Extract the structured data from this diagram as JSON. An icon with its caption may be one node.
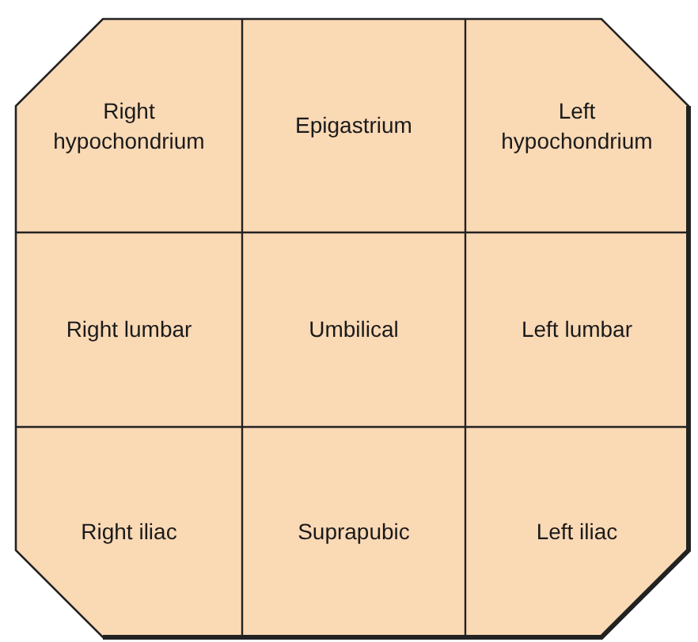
{
  "diagram": {
    "nodes": [
      {
        "text": [
          "Right hypochondrium"
        ]
      },
      {
        "text": [
          "Epigastrium"
        ]
      },
      {
        "text": [
          "Left hypochondrium"
        ]
      },
      {
        "text": [
          "Right lumbar"
        ]
      },
      {
        "text": [
          "Umbilical"
        ]
      },
      {
        "text": [
          "Left lumbar"
        ]
      },
      {
        "text": [
          "Right iliac"
        ]
      },
      {
        "text": [
          "Suprapubic"
        ]
      },
      {
        "text": [
          "Left iliac"
        ]
      }
    ]
  }
}
